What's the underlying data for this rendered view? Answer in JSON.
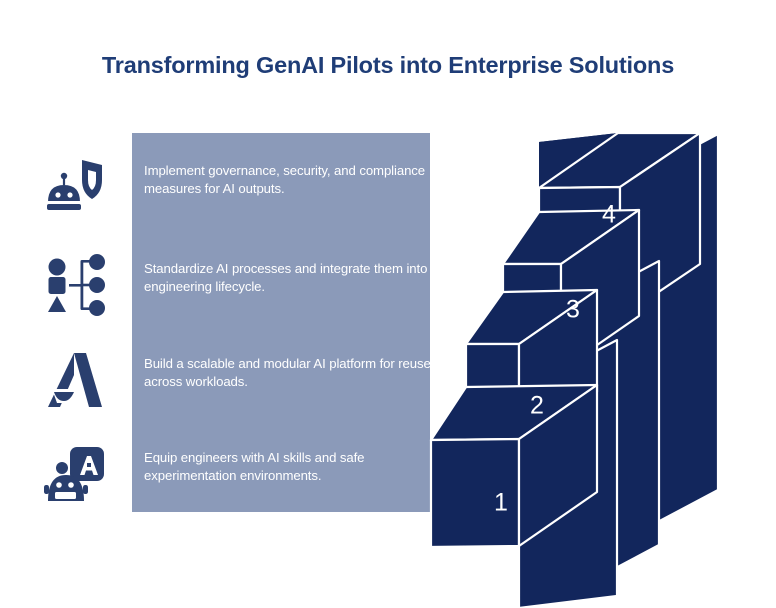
{
  "header": {
    "title": "Transforming GenAI Pilots into Enterprise Solutions"
  },
  "colors": {
    "title_navy": "#1f3d77",
    "panel_gray_blue": "#8b9ab9",
    "step_navy": "#12265c",
    "step_outline": "#ffffff",
    "background": "#ffffff",
    "icon_navy": "#2a3f६e"
  },
  "panel": {
    "background_color": "#8b9ab9"
  },
  "steps": [
    {
      "number": "4",
      "icon": "robot-shield-icon",
      "text": "Implement governance, security, and compliance measures for AI outputs."
    },
    {
      "number": "3",
      "icon": "process-standardization-icon",
      "text": "Standardize AI processes and integrate them into the engineering lifecycle."
    },
    {
      "number": "2",
      "icon": "platform-delta-icon",
      "text": "Build a scalable and modular AI platform for reuse across workloads."
    },
    {
      "number": "1",
      "icon": "robot-learning-icon",
      "text": "Equip engineers with AI skills and safe experimentation environments."
    }
  ],
  "staircase": {
    "step_labels": [
      "1",
      "2",
      "3",
      "4"
    ],
    "ascending_order_note": "1 is lowest front step, 4 is highest back step"
  }
}
